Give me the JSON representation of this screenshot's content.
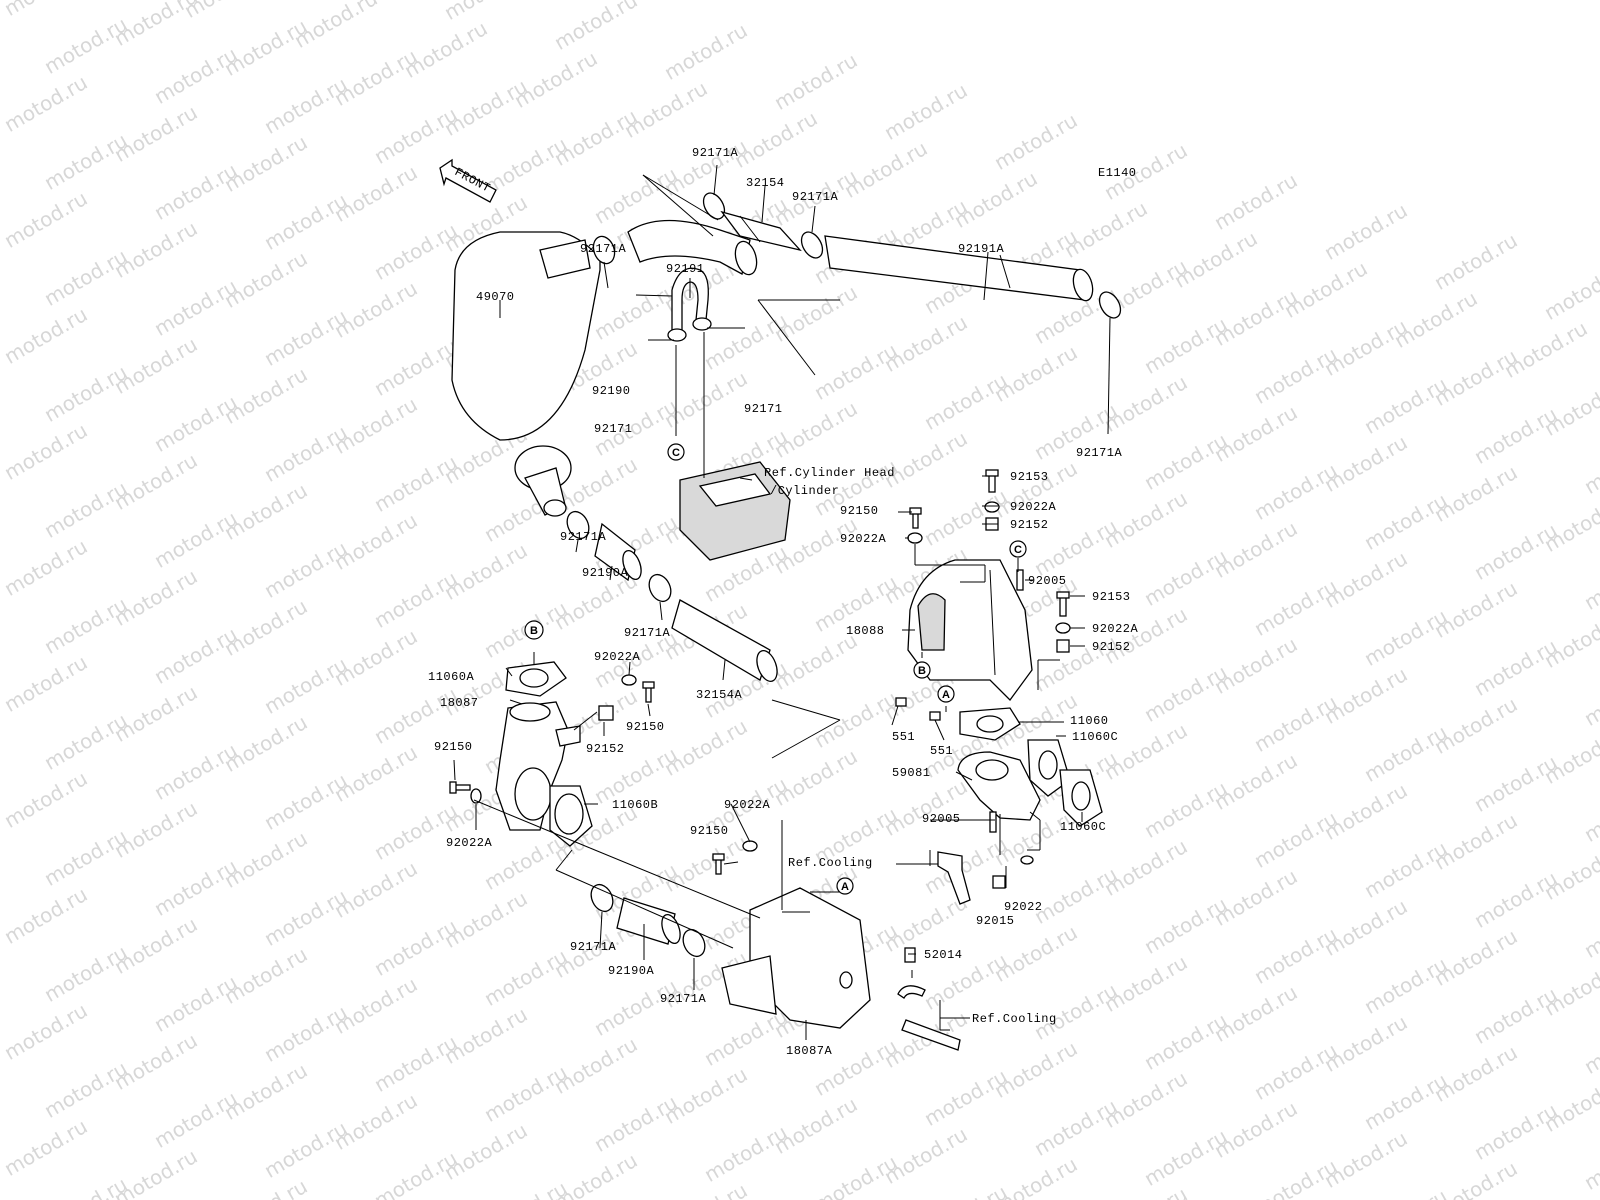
{
  "watermark": "motod.ru",
  "diagram_code": "E1140",
  "front_arrow_label": "FRONT",
  "labels": {
    "p92171A_top": "92171A",
    "p32154": "32154",
    "p92171A_top2": "92171A",
    "p92191": "92191",
    "p92171A_a": "92171A",
    "p49070": "49070",
    "p92191A": "92191A",
    "p92190": "92190",
    "p92171_l": "92171",
    "p92171_r": "92171",
    "p92171A_right": "92171A",
    "ref_cyl_1": "Ref.Cylinder Head",
    "ref_cyl_2": "/Cylinder",
    "p92153_t": "92153",
    "p92150_t": "92150",
    "p92022A_t": "92022A",
    "p92022A_t2": "92022A",
    "p92152_t": "92152",
    "p92171A_b": "92171A",
    "p92190A_b": "92190A",
    "p92005_t": "92005",
    "p92153_m": "92153",
    "p92171A_c": "92171A",
    "p92022A_m": "92022A",
    "p18088": "18088",
    "p92152_m": "92152",
    "p11060A": "11060A",
    "p92022A_l": "92022A",
    "p32154A": "32154A",
    "p18087": "18087",
    "p92150_l": "92150",
    "p92152_l": "92152",
    "p11060": "11060",
    "p551_a": "551",
    "p551_b": "551",
    "p11060C_a": "11060C",
    "p92150_ll": "92150",
    "p59081": "59081",
    "p11060B": "11060B",
    "p11060C_b": "11060C",
    "p92022A_ll": "92022A",
    "p92022A_bm": "92022A",
    "p92005_b": "92005",
    "p92150_bm": "92150",
    "ref_cooling_1": "Ref.Cooling",
    "p92022": "92022",
    "p92015": "92015",
    "p92171A_d": "92171A",
    "p92190A_d": "92190A",
    "p52014": "52014",
    "p92171A_e": "92171A",
    "ref_cooling_2": "Ref.Cooling",
    "p18087A": "18087A"
  },
  "callouts": {
    "c_top": "C",
    "c_right": "C",
    "b_left": "B",
    "b_right": "B",
    "a_mid": "A",
    "a_bottom": "A"
  }
}
